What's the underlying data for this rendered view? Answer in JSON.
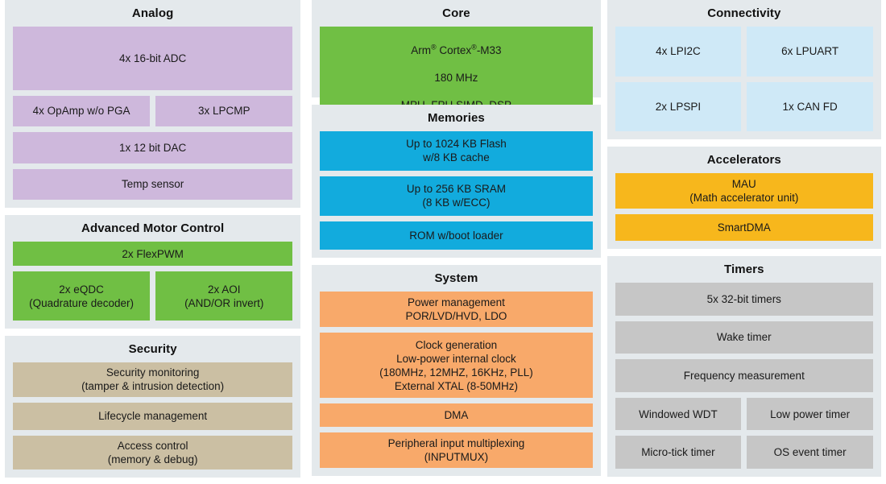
{
  "colors": {
    "panel_bg": "#e4e9ec",
    "analog": "#ceb8dc",
    "motor": "#70bf44",
    "core": "#70bf44",
    "memories": "#12abdd",
    "connectivity": "#cfe9f7",
    "system": "#f8a96a",
    "accelerators": "#f7b71c",
    "security": "#cbbfa3",
    "timers": "#c6c6c6",
    "page_bg": "#ffffff"
  },
  "panels": {
    "analog": {
      "title": "Analog",
      "rows": [
        [
          "4x 16-bit ADC"
        ],
        [
          "4x OpAmp w/o PGA",
          "3x LPCMP"
        ],
        [
          "1x 12 bit DAC"
        ],
        [
          "Temp sensor"
        ]
      ]
    },
    "motor_control": {
      "title": "Advanced Motor Control",
      "rows": [
        [
          "2x FlexPWM"
        ],
        [
          "2x eQDC\n(Quadrature decoder)",
          "2x AOI\n(AND/OR invert)"
        ]
      ]
    },
    "security": {
      "title": "Security",
      "rows": [
        [
          "Security monitoring\n(tamper & intrusion detection)"
        ],
        [
          "Lifecycle management"
        ],
        [
          "Access control\n(memory & debug)"
        ]
      ]
    },
    "core": {
      "title": "Core",
      "cpu_line1_pre": "Arm",
      "cpu_line1_sup1": "®",
      "cpu_line1_mid": " Cortex",
      "cpu_line1_sup2": "®",
      "cpu_line1_post": "-M33",
      "cpu_line2": "180 MHz",
      "cpu_line3": "MPU, FPU,SIMD, DSP"
    },
    "memories": {
      "title": "Memories",
      "rows": [
        [
          "Up to 1024 KB Flash\nw/8 KB cache"
        ],
        [
          "Up to 256 KB SRAM\n(8 KB w/ECC)"
        ],
        [
          "ROM w/boot loader"
        ]
      ]
    },
    "system": {
      "title": "System",
      "rows": [
        [
          "Power management\nPOR/LVD/HVD, LDO"
        ],
        [
          "Clock generation\nLow-power internal clock\n(180MHz, 12MHZ, 16KHz, PLL)\nExternal XTAL (8-50MHz)"
        ],
        [
          "DMA"
        ],
        [
          "Peripheral input multiplexing\n(INPUTMUX)"
        ]
      ]
    },
    "connectivity": {
      "title": "Connectivity",
      "rows": [
        [
          "4x LPI2C",
          "6x LPUART"
        ],
        [
          "2x LPSPI",
          "1x CAN FD"
        ]
      ]
    },
    "accelerators": {
      "title": "Accelerators",
      "rows": [
        [
          "MAU\n(Math accelerator unit)"
        ],
        [
          "SmartDMA"
        ]
      ]
    },
    "timers": {
      "title": "Timers",
      "rows": [
        [
          "5x 32-bit timers"
        ],
        [
          "Wake timer"
        ],
        [
          "Frequency measurement"
        ],
        [
          "Windowed WDT",
          "Low power timer"
        ],
        [
          "Micro-tick timer",
          "OS event timer"
        ]
      ]
    }
  }
}
